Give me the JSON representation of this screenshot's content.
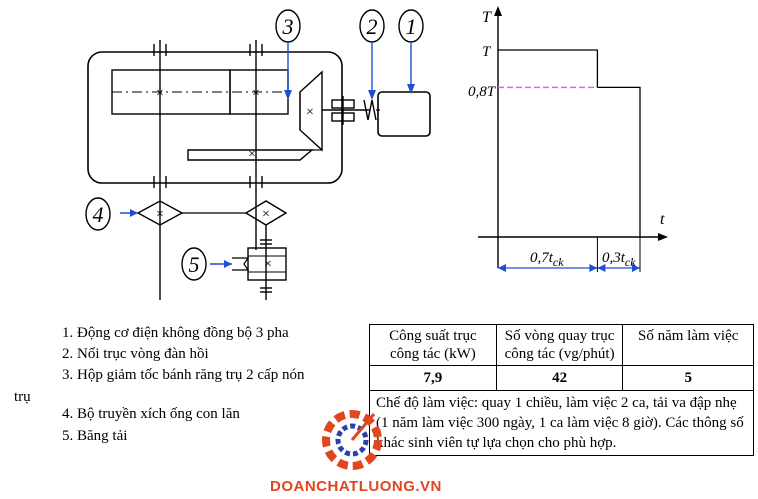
{
  "diagram": {
    "callouts": [
      "3",
      "2",
      "1",
      "4",
      "5"
    ],
    "marks": [
      "×",
      "×",
      "×",
      "×",
      "×",
      "×",
      "×"
    ]
  },
  "chart": {
    "y_label": "T",
    "x_label": "t",
    "level_high": "T",
    "level_low": "0,8T",
    "segment_1": "0,7t",
    "segment_1_sub": "ck",
    "segment_2": "0,3t",
    "segment_2_sub": "ck",
    "colors": {
      "dashed_line": "#d070d0",
      "axis": "#000000"
    }
  },
  "chart_data": {
    "type": "line",
    "x": [
      0,
      0.7,
      0.7,
      1.0
    ],
    "y": [
      1.0,
      1.0,
      0.8,
      0.8
    ],
    "ylabel": "T",
    "xlabel": "t"
  },
  "components": [
    "1. Động cơ điện không đồng bộ 3 pha",
    "2. Nối trục vòng đàn hồi",
    "3. Hộp giảm tốc bánh răng trụ 2 cấp nón",
    "trụ",
    "4. Bộ truyền xích ống con lăn",
    "5. Băng tải"
  ],
  "table": {
    "headers": [
      "Công suất trục công tác (kW)",
      "Số vòng quay trục công tác (vg/phút)",
      "Số năm làm việc"
    ],
    "values": [
      "7,9",
      "42",
      "5"
    ],
    "mode": "Chế độ làm việc: quay 1 chiều, làm việc 2 ca, tải va đập nhẹ (1 năm làm việc 300 ngày, 1 ca làm việc 8 giờ).  Các thông số khác sinh viên tự lựa chọn cho phù hợp."
  },
  "watermark": "DOANCHATLUONG.VN"
}
